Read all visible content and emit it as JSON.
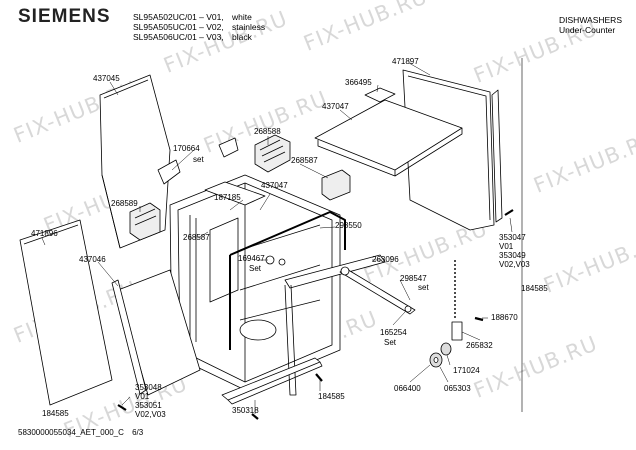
{
  "header": {
    "brand": "SIEMENS",
    "models": [
      {
        "code": "SL95A502UC/01 – V01,",
        "variant": "white"
      },
      {
        "code": "SL95A505UC/01 – V02,",
        "variant": "stainless"
      },
      {
        "code": "SL95A506UC/01 – V03,",
        "variant": "black"
      }
    ],
    "category_line1": "DISHWASHERS",
    "category_line2": "Under-Counter"
  },
  "footer": {
    "doc_id": "5830000055034_AET_000_C",
    "page": "6/3"
  },
  "watermark": "FIX-HUB.RU",
  "parts": [
    {
      "id": "p1",
      "text": "437045"
    },
    {
      "id": "p2",
      "text": "170664"
    },
    {
      "id": "p3",
      "text": "set"
    },
    {
      "id": "p4",
      "text": "268588"
    },
    {
      "id": "p5",
      "text": "268587"
    },
    {
      "id": "p6",
      "text": "268589"
    },
    {
      "id": "p7",
      "text": "187185"
    },
    {
      "id": "p8",
      "text": "437047"
    },
    {
      "id": "p9",
      "text": "268587"
    },
    {
      "id": "p10",
      "text": "298550"
    },
    {
      "id": "p11",
      "text": "169467"
    },
    {
      "id": "p12",
      "text": "Set"
    },
    {
      "id": "p13",
      "text": "471896"
    },
    {
      "id": "p14",
      "text": "437046"
    },
    {
      "id": "p15",
      "text": "471897"
    },
    {
      "id": "p16",
      "text": "366495"
    },
    {
      "id": "p17",
      "text": "437047"
    },
    {
      "id": "p18",
      "text": "263096"
    },
    {
      "id": "p19",
      "text": "298547"
    },
    {
      "id": "p20",
      "text": "set"
    },
    {
      "id": "p21",
      "text": "165254"
    },
    {
      "id": "p22",
      "text": "Set"
    },
    {
      "id": "p23",
      "text": "353047"
    },
    {
      "id": "p24",
      "text": "V01"
    },
    {
      "id": "p25",
      "text": "353049"
    },
    {
      "id": "p26",
      "text": "V02,V03"
    },
    {
      "id": "p27",
      "text": "184585"
    },
    {
      "id": "p28",
      "text": "188670"
    },
    {
      "id": "p29",
      "text": "265832"
    },
    {
      "id": "p30",
      "text": "171024"
    },
    {
      "id": "p31",
      "text": "066400"
    },
    {
      "id": "p32",
      "text": "065303"
    },
    {
      "id": "p33",
      "text": "353048"
    },
    {
      "id": "p34",
      "text": "V01"
    },
    {
      "id": "p35",
      "text": "353051"
    },
    {
      "id": "p36",
      "text": "V02,V03"
    },
    {
      "id": "p37",
      "text": "184585"
    },
    {
      "id": "p38",
      "text": "350318"
    },
    {
      "id": "p39",
      "text": "184585"
    }
  ]
}
